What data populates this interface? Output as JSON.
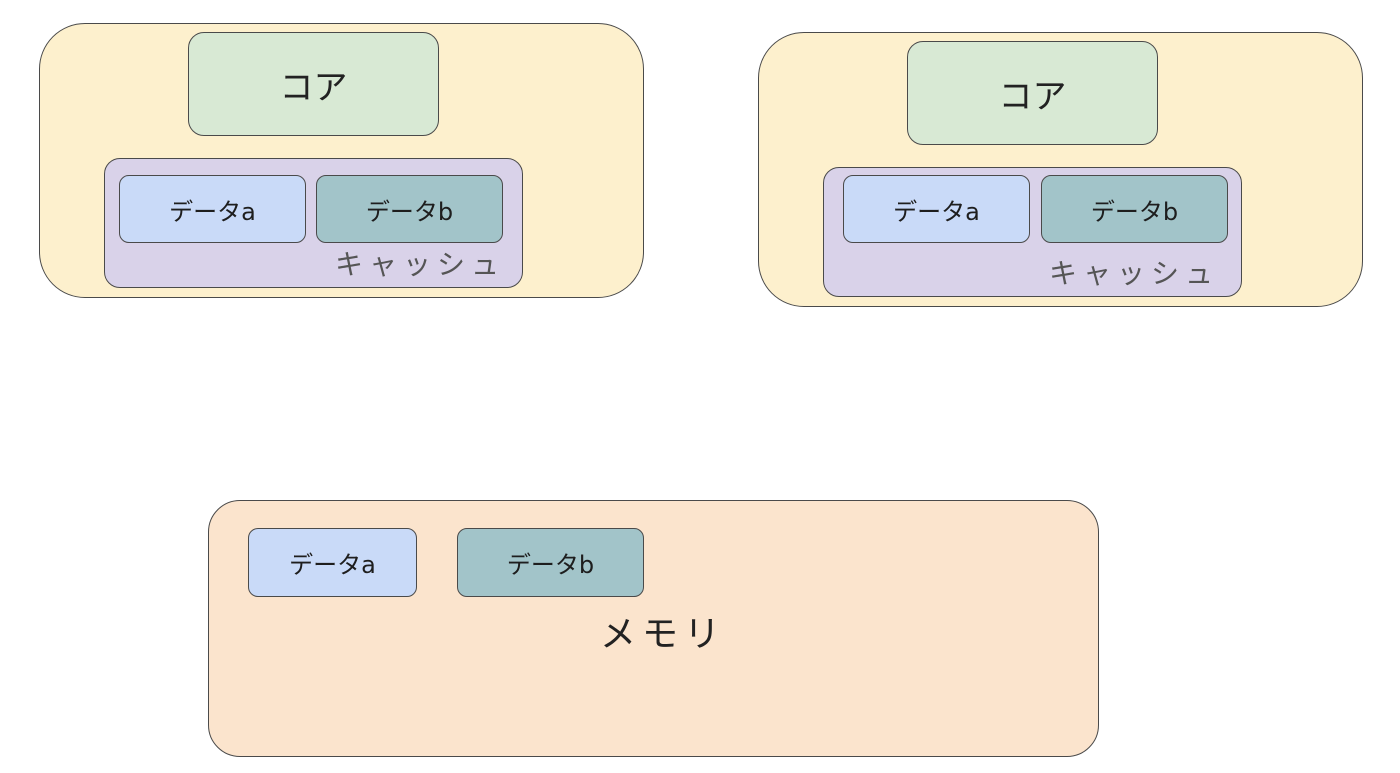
{
  "processors": [
    {
      "core_label": "コア",
      "cache_label": "キャッシュ",
      "data_a": "データa",
      "data_b": "データb"
    },
    {
      "core_label": "コア",
      "cache_label": "キャッシュ",
      "data_a": "データa",
      "data_b": "データb"
    }
  ],
  "memory": {
    "label": "メモリ",
    "data_a": "データa",
    "data_b": "データb"
  },
  "colors": {
    "processor_fill": "#fdf0cd",
    "core_fill": "#d8e9d4",
    "cache_fill": "#d9d2e9",
    "data_a_fill": "#c9daf8",
    "data_b_fill": "#a2c4c9",
    "memory_fill": "#fbe4cd"
  }
}
